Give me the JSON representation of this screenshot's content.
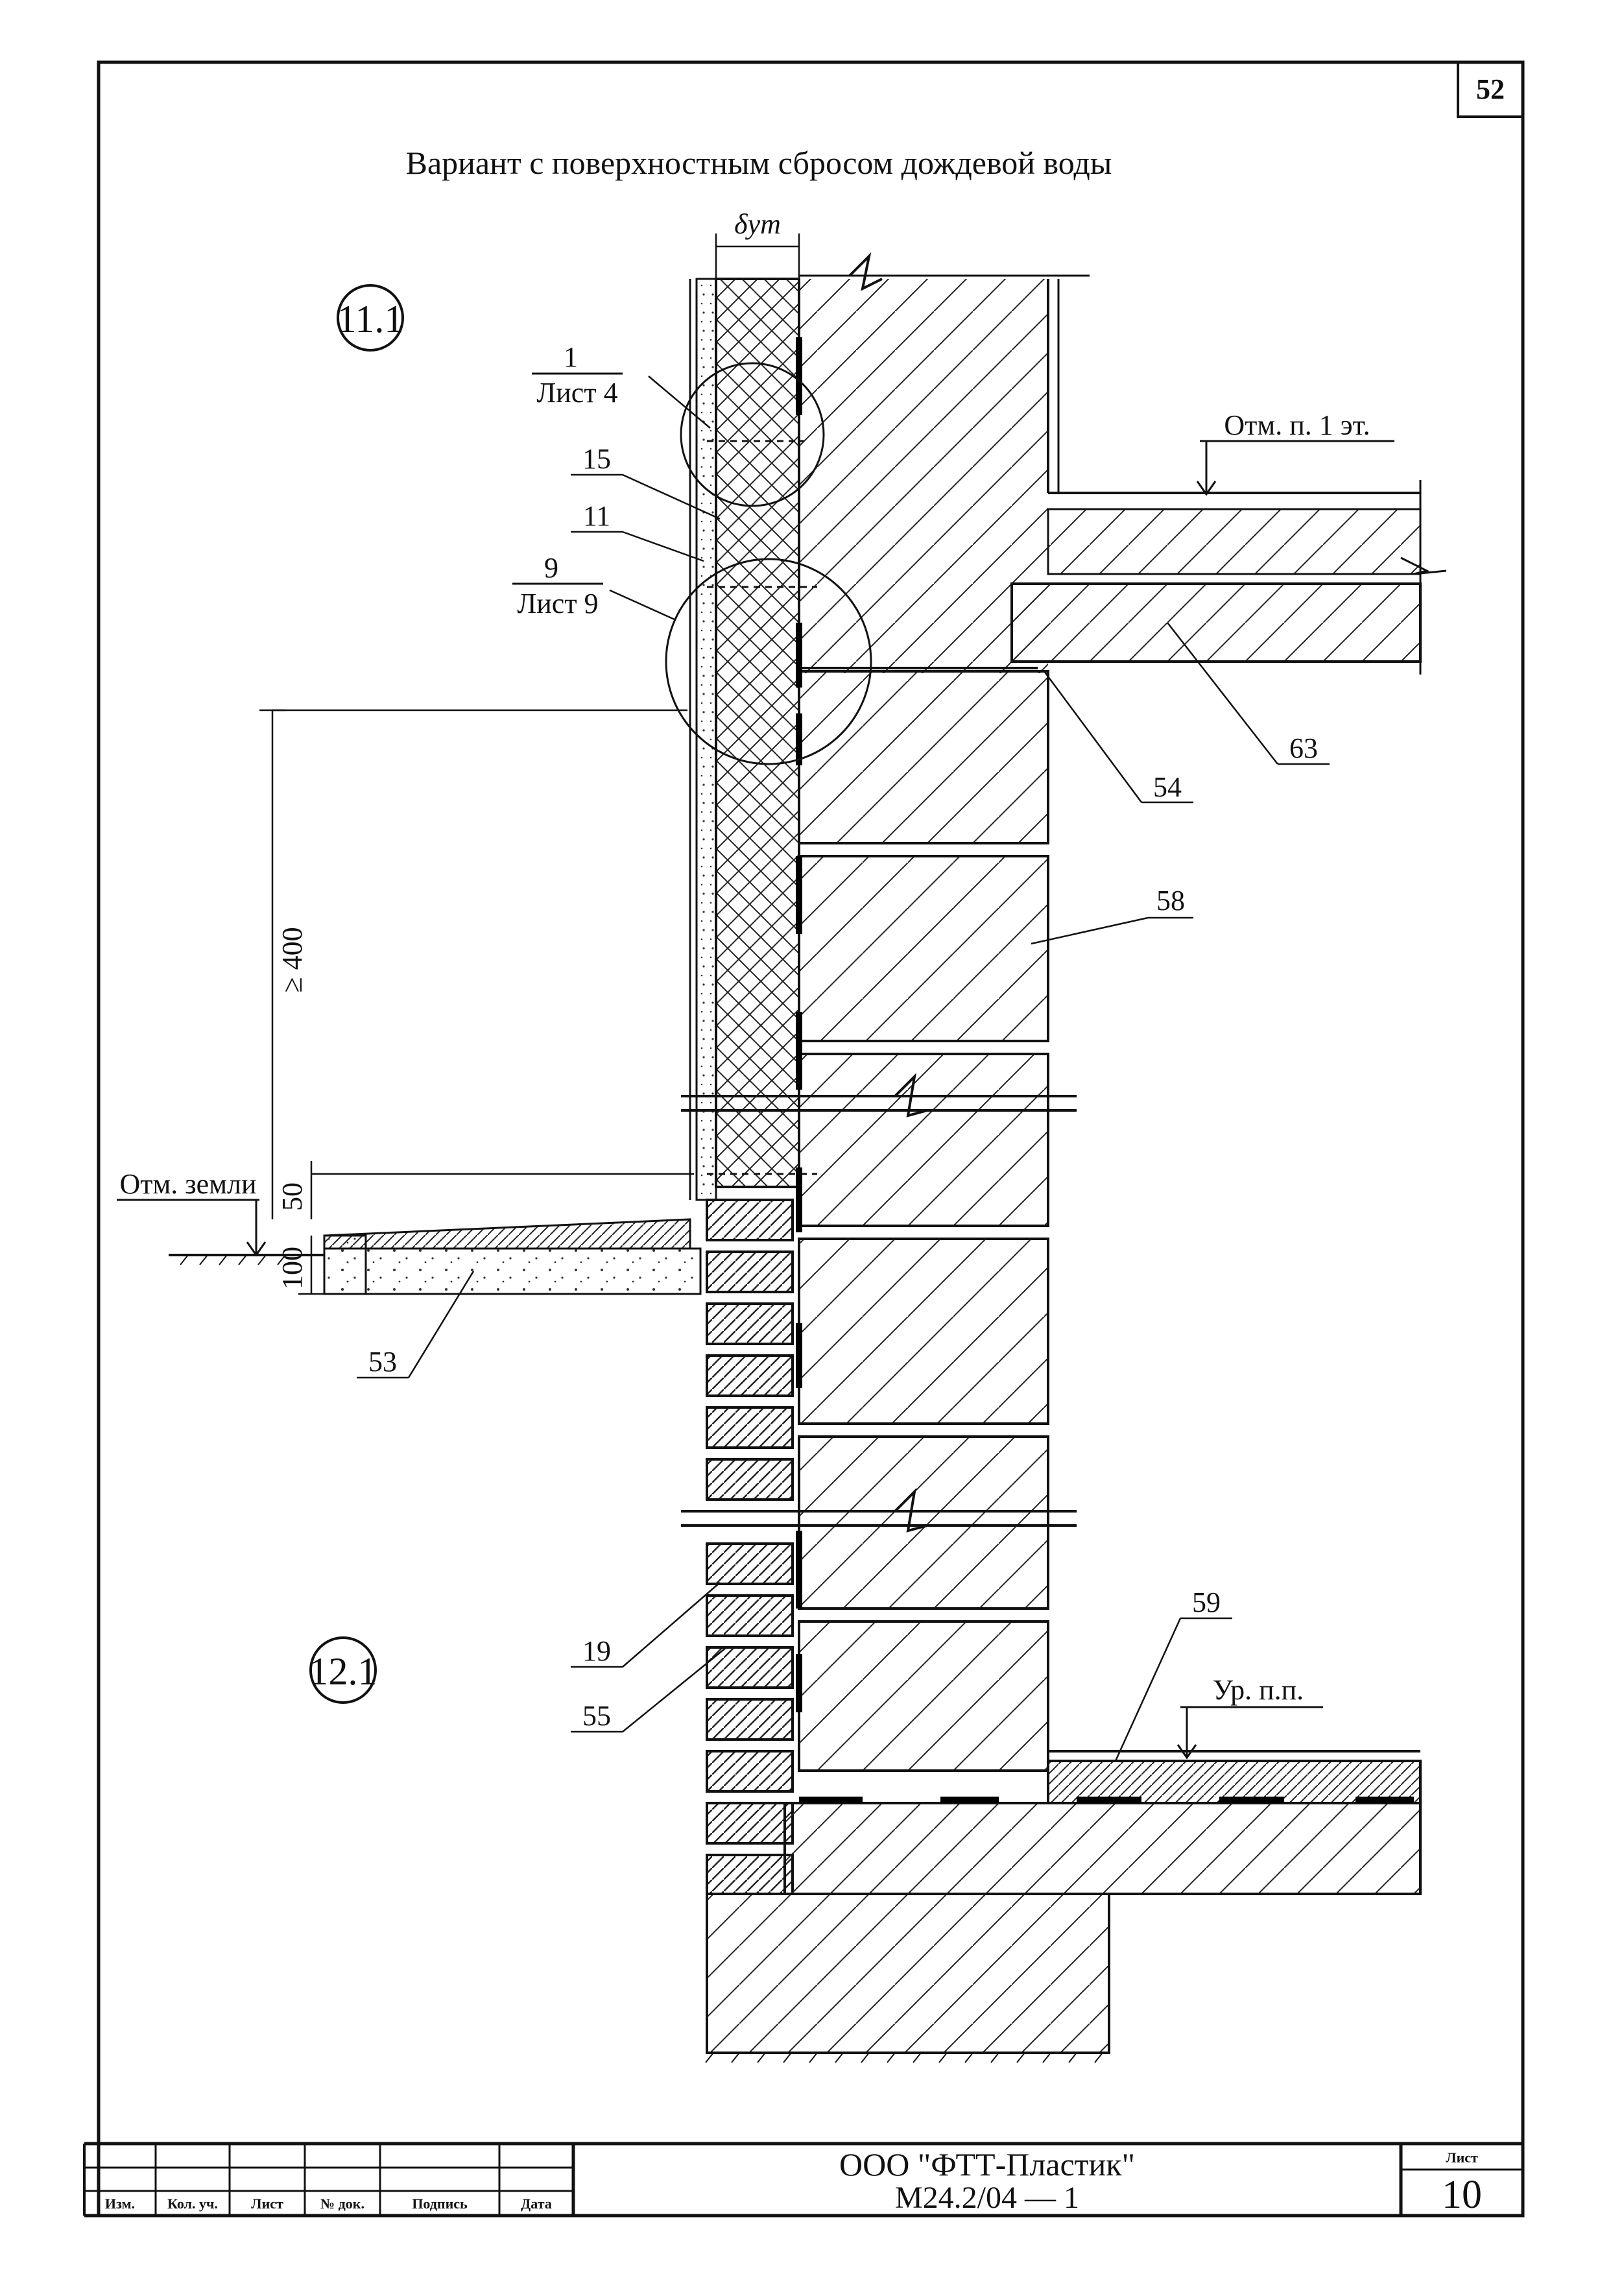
{
  "page_number": "52",
  "title": "Вариант с поверхностным сбросом дождевой воды",
  "insulation_symbol": "δут",
  "section_marks": [
    "11.1",
    "12.1"
  ],
  "callouts": {
    "c1": {
      "num": "1",
      "sheet": "Лист 4"
    },
    "c9": {
      "num": "9",
      "sheet": "Лист 9"
    }
  },
  "leaders": [
    "15",
    "11",
    "63",
    "54",
    "58",
    "53",
    "19",
    "55",
    "59"
  ],
  "elevations": {
    "floor": "Отм. п. 1 эт.",
    "ground": "Отм. земли",
    "floor_level": "Ур. п.п."
  },
  "dimensions": {
    "height_min": "≥ 400",
    "d50": "50",
    "d100": "100"
  },
  "title_block": {
    "columns": [
      "Изм.",
      "Кол. уч.",
      "Лист",
      "№ док.",
      "Подпись",
      "Дата"
    ],
    "organization": "ООО \"ФТТ-Пластик\"",
    "code": "М24.2/04 — 1",
    "sheet_label": "Лист",
    "sheet_number": "10"
  }
}
